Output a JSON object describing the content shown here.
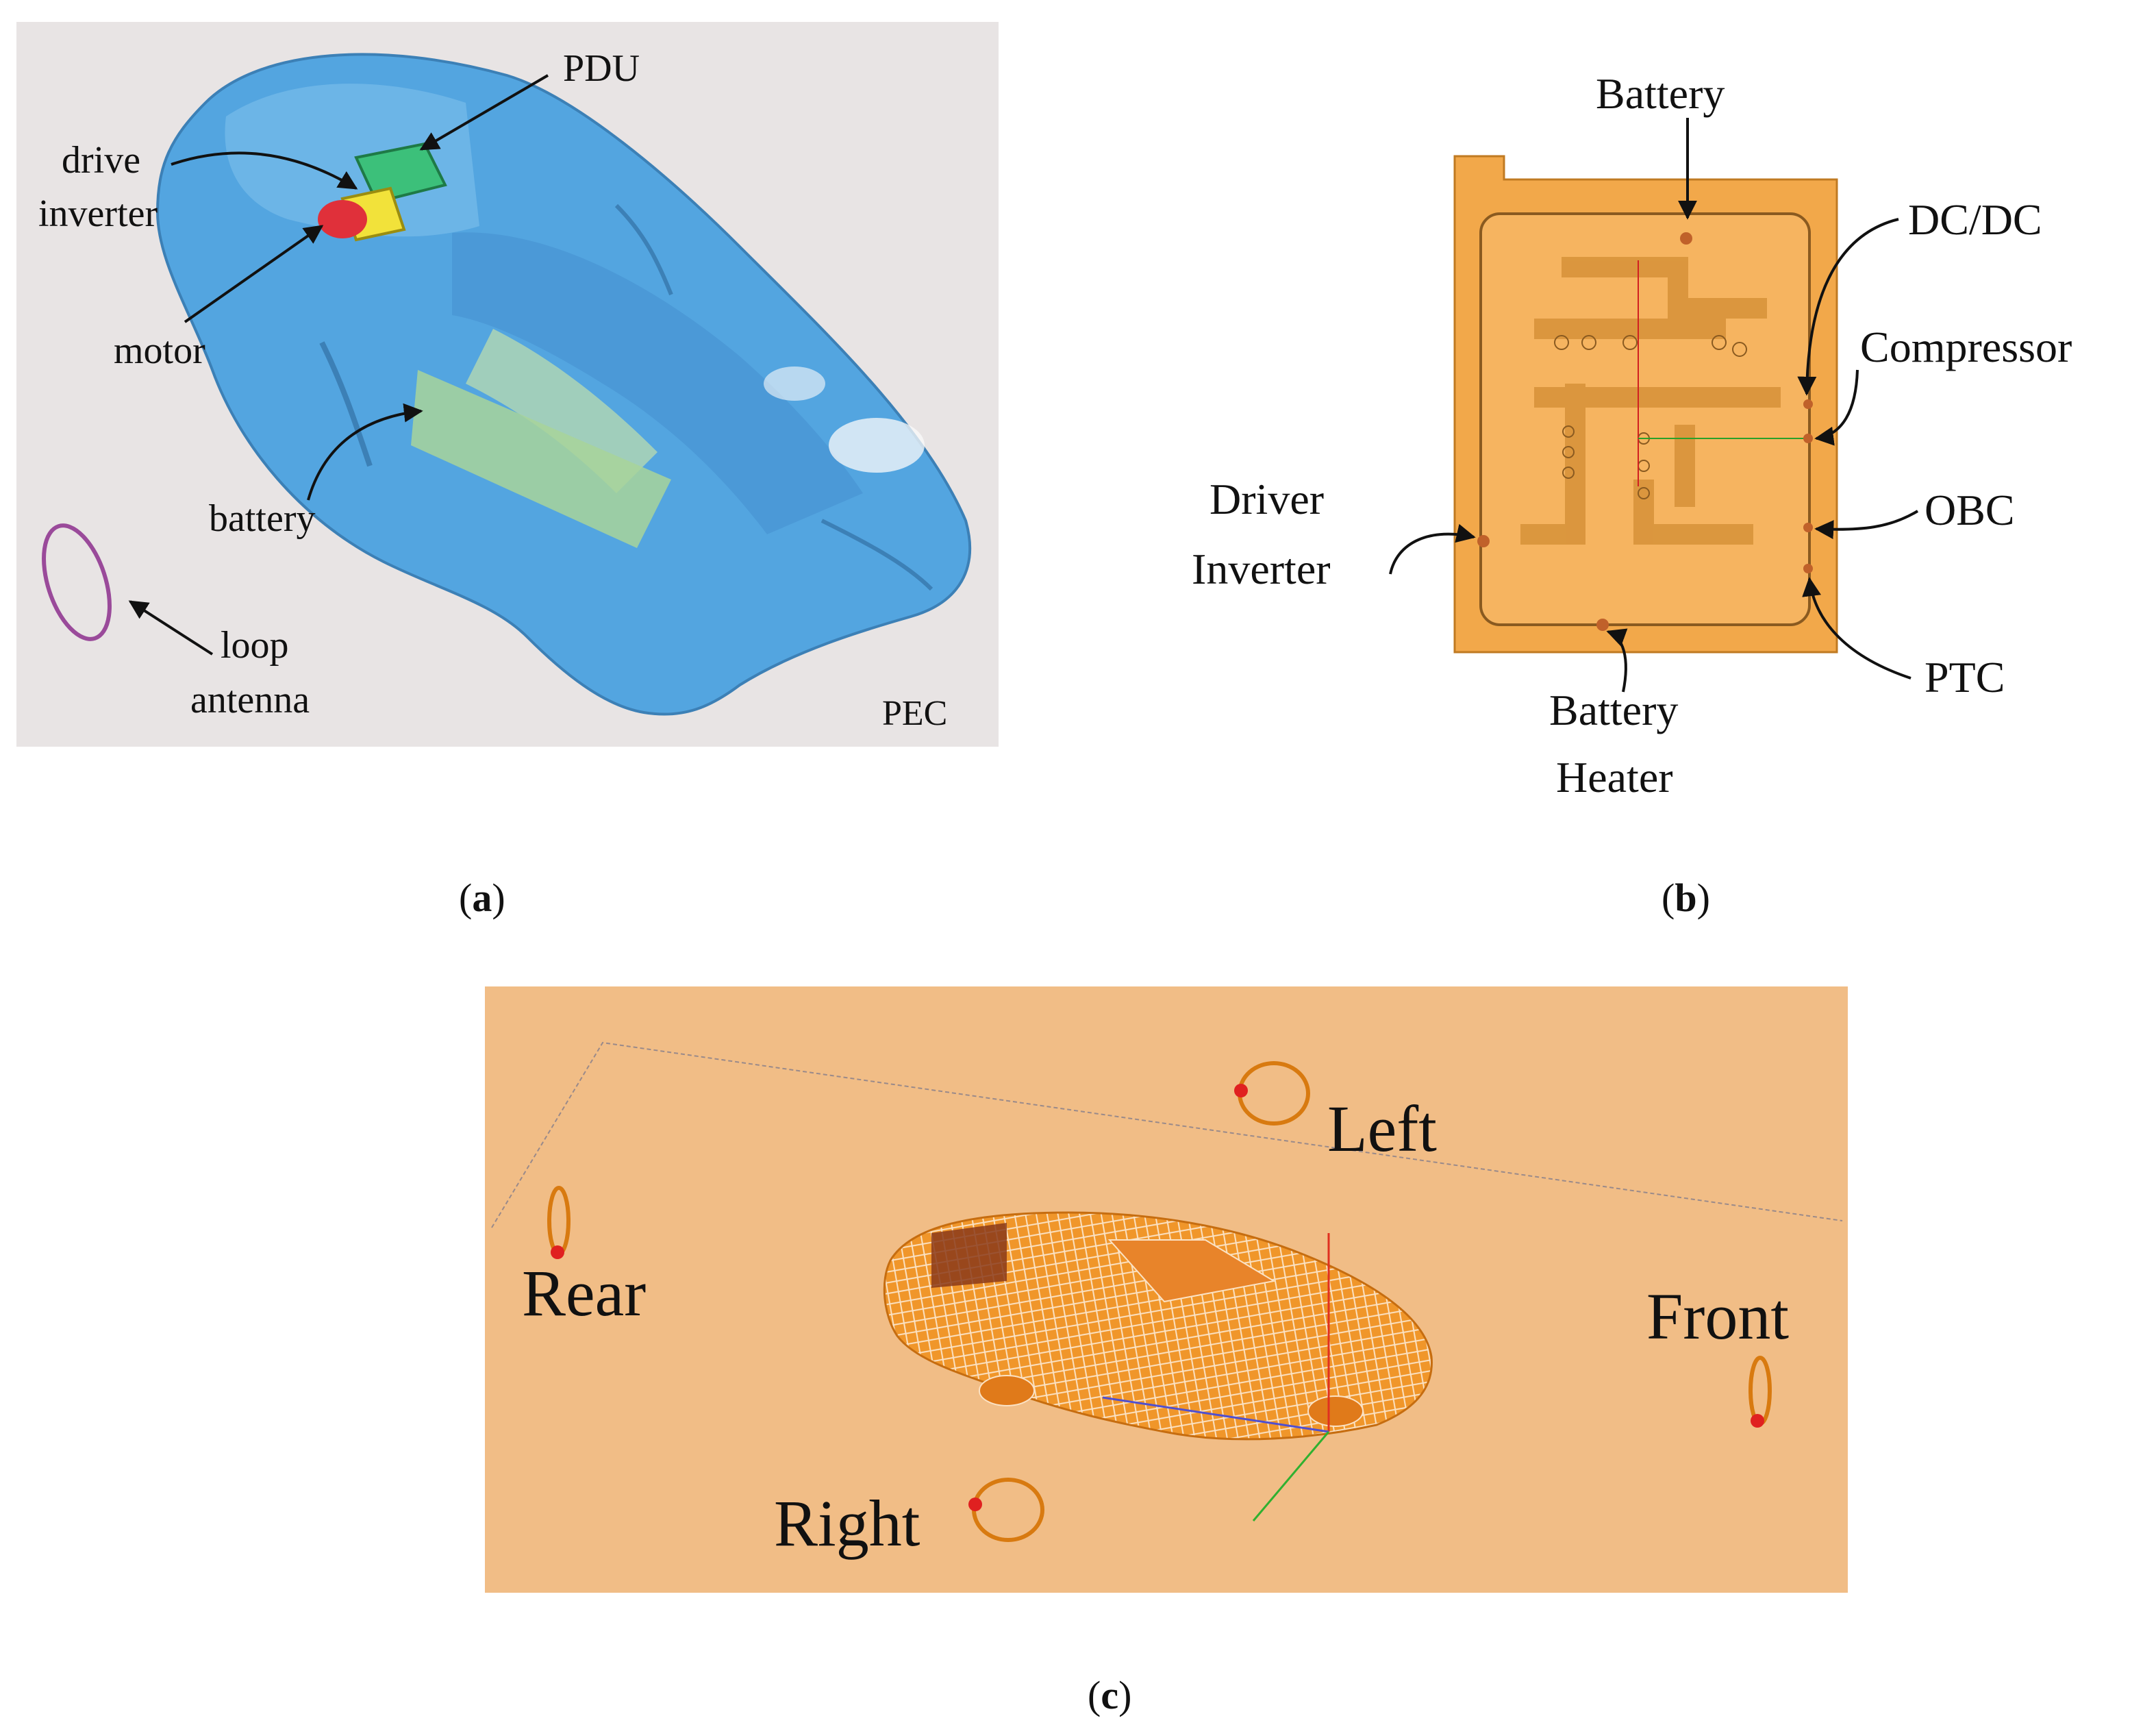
{
  "panel_a": {
    "labels": {
      "pdu": "PDU",
      "drive_inverter_1": "drive",
      "drive_inverter_2": "inverter",
      "motor": "motor",
      "battery": "battery",
      "loop_antenna_1": "loop",
      "loop_antenna_2": "antenna",
      "pec": "PEC"
    },
    "caption_letter": "a"
  },
  "panel_b": {
    "labels": {
      "battery": "Battery",
      "dcdc": "DC/DC",
      "compressor": "Compressor",
      "obc": "OBC",
      "ptc": "PTC",
      "driver_inverter_1": "Driver",
      "driver_inverter_2": "Inverter",
      "battery_heater_1": "Battery",
      "battery_heater_2": "Heater"
    },
    "caption_letter": "b"
  },
  "panel_c": {
    "labels": {
      "left": "Left",
      "rear": "Rear",
      "front": "Front",
      "right": "Right"
    },
    "caption_letter": "c"
  },
  "colors": {
    "panel_a_bg": "#e8e4e4",
    "car_body": "#3a9be0",
    "pdu": "#3cc07a",
    "inverter": "#f2e23a",
    "motor": "#e0303a",
    "battery_pack": "#a8d49a",
    "loop": "#9a4a9a",
    "panel_b_fill": "#f2a84a",
    "panel_c_bg": "#f1bd86",
    "mesh": "#f0962a"
  }
}
